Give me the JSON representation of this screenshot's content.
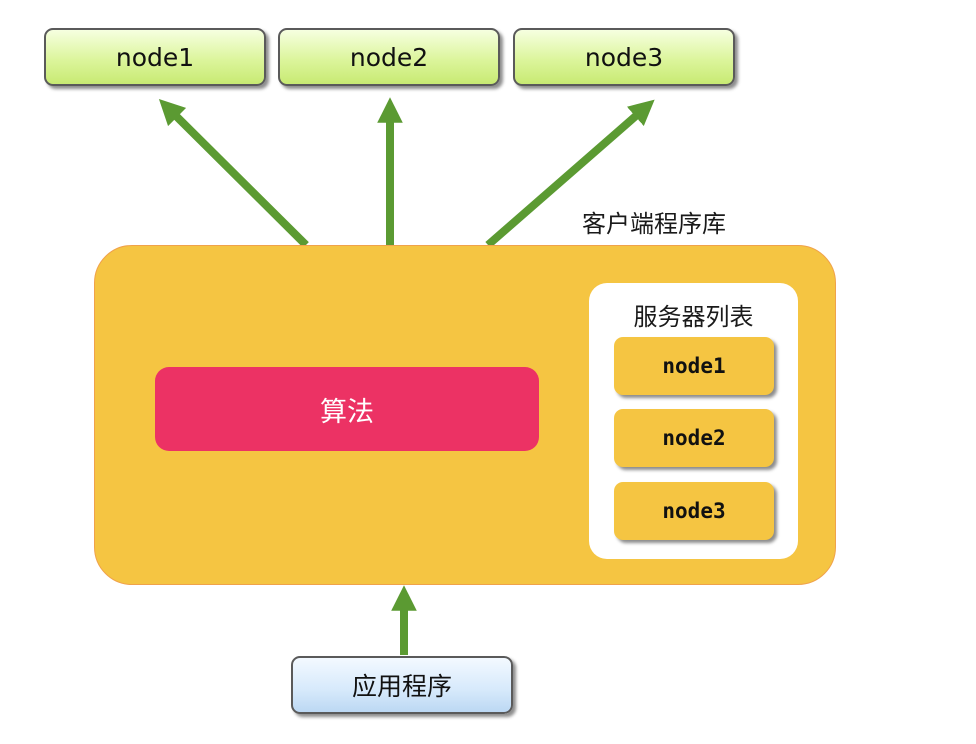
{
  "colors": {
    "arrow": "#5b9a32",
    "client_library_fill": "#f5c542",
    "client_library_border": "#f0a24a",
    "algorithm_fill": "#ec3264",
    "top_node_fill": "#dcf59c",
    "application_fill": "#d6e9fb"
  },
  "top_nodes": [
    {
      "label": "node1"
    },
    {
      "label": "node2"
    },
    {
      "label": "node3"
    }
  ],
  "client_library": {
    "label": "客户端程序库",
    "algorithm_label": "算法",
    "server_list": {
      "title": "服务器列表",
      "nodes": [
        {
          "label": "node1"
        },
        {
          "label": "node2"
        },
        {
          "label": "node3"
        }
      ]
    }
  },
  "application": {
    "label": "应用程序"
  }
}
